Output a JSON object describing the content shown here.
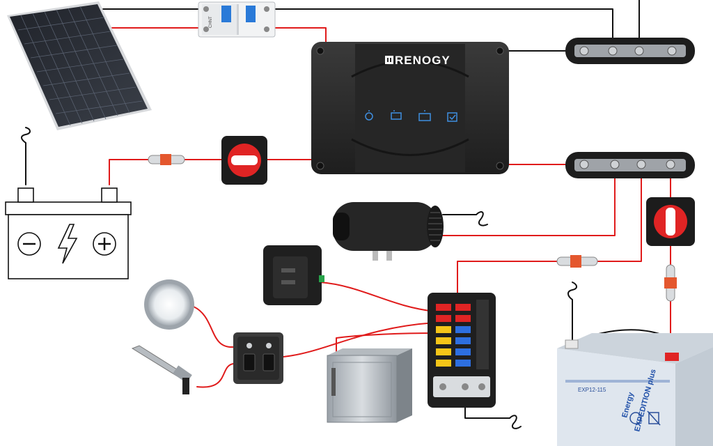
{
  "controller": {
    "brand": "RENOGY"
  },
  "battery": {
    "brand_line1": "Energy",
    "brand_line2": "EXPEDITION plus",
    "model": "EXP12-115"
  },
  "breaker": {
    "brand": "CHNT"
  },
  "colors": {
    "positive_wire": "#e01b1b",
    "negative_wire": "#111111",
    "controller_body": "#2b2b2b",
    "battery_case": "#dfe6ee",
    "battery_label": "#1f4fa8"
  }
}
